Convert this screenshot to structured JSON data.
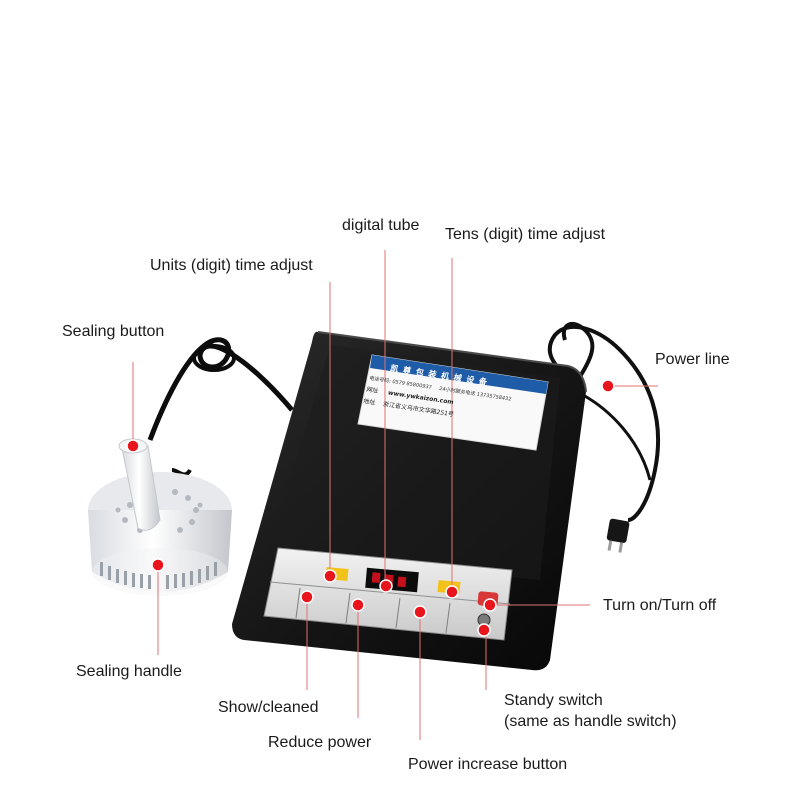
{
  "labels": {
    "digital_tube": "digital tube",
    "tens_time_adjust": "Tens (digit) time adjust",
    "units_time_adjust": "Units (digit) time adjust",
    "sealing_button": "Sealing button",
    "power_line": "Power line",
    "turn_on_off": "Turn on/Turn off",
    "sealing_handle": "Sealing handle",
    "show_cleaned": "Show/cleaned",
    "reduce_power": "Reduce power",
    "standby_switch_line1": "Standy switch",
    "standby_switch_line2": "(same as handle switch)",
    "power_increase_button": "Power increase button"
  },
  "device_sticker": {
    "company": "凯 尊 包 装 机 械 设 备",
    "phone": "电话号码: 0579 85800937",
    "sales_phone": "24小时服务电话 13735758432",
    "website_label": "网址",
    "website": "www.ywkaizon.com",
    "address_label": "地址",
    "address": "浙江省义乌市文华路251号"
  },
  "marker_color": "#e8161c",
  "leader_color": "#e07070"
}
